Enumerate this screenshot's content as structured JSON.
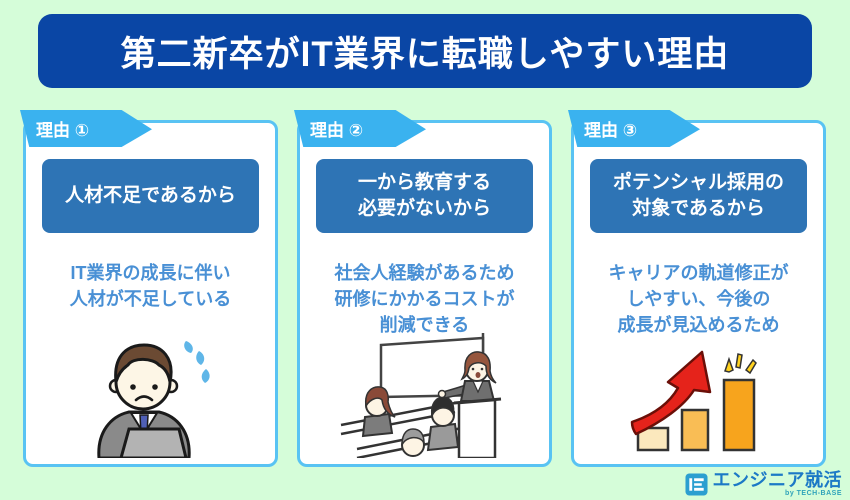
{
  "page": {
    "title": "第二新卒がIT業界に転職しやすい理由"
  },
  "cards": [
    {
      "ribbon": "理由 ①",
      "heading": "人材不足であるから",
      "description": "IT業界の成長に伴い\n人材が不足している",
      "illustration": "worried-businessman-with-laptop-and-sweat-drops"
    },
    {
      "ribbon": "理由 ②",
      "heading": "一から教育する\n必要がないから",
      "description": "社会人経験があるため\n研修にかかるコストが\n削減できる",
      "illustration": "training-classroom-instructor-and-students"
    },
    {
      "ribbon": "理由 ③",
      "heading": "ポテンシャル採用の\n対象であるから",
      "description": "キャリアの軌道修正が\nしやすい、今後の\n成長が見込めるため",
      "illustration": "rising-bar-chart-with-red-arrow"
    }
  ],
  "logo": {
    "name": "エンジニア就活",
    "byline": "by TECH-BASE"
  },
  "colors": {
    "background": "#d5fdd9",
    "title_bg": "#0a46a5",
    "card_border": "#59c3f3",
    "ribbon_bg": "#3ab2ef",
    "heading_box_bg": "#2e74b5",
    "description_text": "#4990d5",
    "logo_blue": "#1c79c6",
    "logo_teal": "#2fa3ba",
    "arrow_red": "#e5231b",
    "bar_light": "#fbe8bd",
    "bar_mid": "#f9bd55",
    "bar_dark": "#f7a41d",
    "sweat_blue": "#5fb6e8"
  }
}
